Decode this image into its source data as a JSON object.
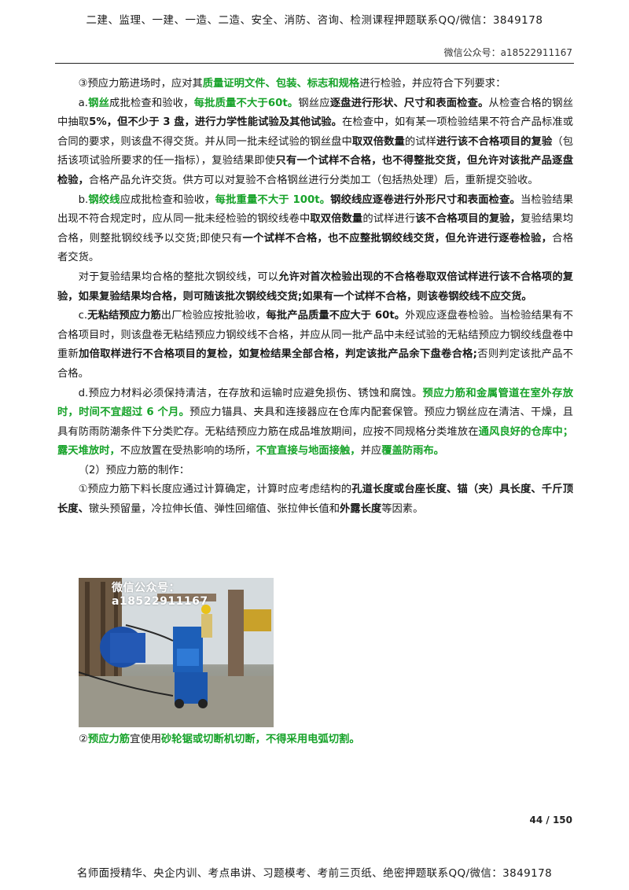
{
  "header": {
    "banner": "二建、监理、一建、一造、二造、安全、消防、咨询、检测课程押题联系QQ/微信：3849178",
    "account": "微信公众号：a18522911167"
  },
  "body": {
    "p1": [
      "③预应力筋进场时，应对其",
      "质量证明文件、包装、标志",
      "和",
      "规格",
      "进行检验，并应符合下列要求："
    ],
    "p2": [
      "a.",
      "钢丝",
      "成批检查和验收，",
      "每批质量不大于60t。",
      "钢丝应",
      "逐盘进行形状、尺寸和表面检查。",
      "从检查合格的钢丝中抽取",
      "5%，但不少于 3 盘，进行力学性能试验及其他试验。",
      "在检查中，如有某一项检验结果不符合产品标准或合同的要求，则该盘不得交货。并从同一批未经试验的钢丝盘中",
      "取双倍数量",
      "的试样",
      "进行该不合格项目的复验",
      "（包括该项试验所要求的任一指标），复验结果即使",
      "只有一个试样不合格，也不得整批交货，但允许对该批产品逐盘检验，",
      "合格产品允许交货。供方可以对复验不合格钢丝进行分类加工（包括热处理）后，重新提交验收。"
    ],
    "p3": [
      "b.",
      "钢绞线",
      "应成批检查和验收，",
      "每批重量不大于 100t。",
      "钢绞线应逐卷进行外形尺寸和表面检查。",
      "当检验结果出现不符合规定时，应从同一批未经检验的钢绞线卷中",
      "取双倍数量",
      "的试样进行",
      "该不合格项目的复验，",
      "复验结果均合格，则整批钢绞线予以交货;即使只有",
      "一个试样不合格，也不应整批钢绞线交货，但允许进行逐卷检验，",
      "合格者交货。"
    ],
    "p4": [
      "对于复验结果均合格的整批次钢绞线，可以",
      "允许对首次检验出现的不合格卷取双倍试样进行该不合格项的复验，如果复验结果均合格，则可随该批次钢绞线交货;如果有一个试样不合格，则该卷钢绞线不应交货。"
    ],
    "p5": [
      "c.",
      "无粘结预应力筋",
      "出厂检验应按批验收，",
      "每批产品质量不应大于 60t。",
      "外观应逐盘卷检验。当检验结果有不合格项目时，则该盘卷无粘结预应力钢绞线不合格，并应从同一批产品中未经试验的无粘结预应力钢绞线盘卷中重新",
      "加倍取样进行不合格项目的复检，如复检结果全部合格，判定该批产品余下盘卷合格;",
      "否则判定该批产品不合格。"
    ],
    "p6": [
      "d.预应力材料必须保持清洁，在存放和运输时应避免损伤、锈蚀和腐蚀。",
      "预应力筋和金属管道在室外存放时，时间不宜超过 6 个月。",
      "预应力锚具、夹具和连接器应在仓库内配套保管。预应力钢丝应在清洁、干燥，且具有防雨防潮条件下分类贮存。无粘结预应力筋在成品堆放期间，应按不同规格分类堆放在",
      "通风良好的仓库中；露天堆放时，",
      "不应放置在受热影响的场所，",
      "不宜直接与地面接触，",
      "并应",
      "覆盖防雨布。"
    ],
    "p7": "（2）预应力筋的制作：",
    "p8": [
      "①预应力筋下料长度应通过计算确定，计算时应考虑结构的",
      "孔道长度或台座长度、锚（夹）具长度、千斤顶长度、",
      "镦头预留量，冷拉伸长值、弹性回缩值、张拉伸长值和",
      "外露长度",
      "等因素。"
    ],
    "p9": [
      "②",
      "预应力筋",
      "宜使用",
      "砂轮锯或切断机切断，不得采用电弧切割。"
    ]
  },
  "photo": {
    "watermark": "微信公众号：a18522911167"
  },
  "page_number": "44 / 150",
  "footer": {
    "banner": "名师面授精华、央企内训、考点串讲、习题模考、考前三页纸、绝密押题联系QQ/微信：3849178"
  },
  "colors": {
    "green_emphasis": "#17a32a",
    "text": "#1a1a1a"
  }
}
